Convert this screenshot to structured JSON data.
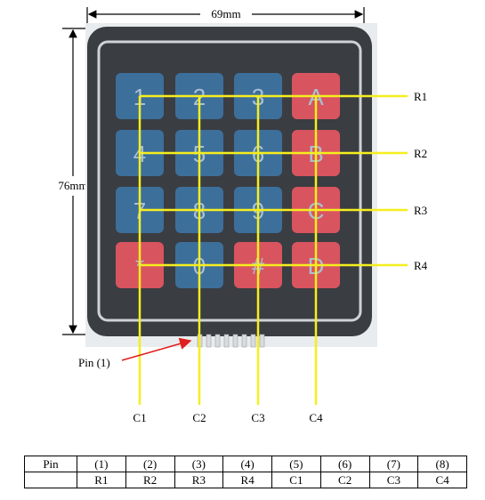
{
  "dimensions": {
    "width": "69mm",
    "height": "76mm"
  },
  "keys": [
    {
      "label": "1",
      "color": "#3d6f9b"
    },
    {
      "label": "2",
      "color": "#3d6f9b"
    },
    {
      "label": "3",
      "color": "#3d6f9b"
    },
    {
      "label": "A",
      "color": "#d8545f"
    },
    {
      "label": "4",
      "color": "#3d6f9b"
    },
    {
      "label": "5",
      "color": "#3d6f9b"
    },
    {
      "label": "6",
      "color": "#3d6f9b"
    },
    {
      "label": "B",
      "color": "#d8545f"
    },
    {
      "label": "7",
      "color": "#3d6f9b"
    },
    {
      "label": "8",
      "color": "#3d6f9b"
    },
    {
      "label": "9",
      "color": "#3d6f9b"
    },
    {
      "label": "C",
      "color": "#d8545f"
    },
    {
      "label": "*",
      "color": "#d8545f"
    },
    {
      "label": "0",
      "color": "#3d6f9b"
    },
    {
      "label": "#",
      "color": "#d8545f"
    },
    {
      "label": "D",
      "color": "#d8545f"
    }
  ],
  "rows": [
    "R1",
    "R2",
    "R3",
    "R4"
  ],
  "columns": [
    "C1",
    "C2",
    "C3",
    "C4"
  ],
  "pin_label": "Pin (1)",
  "colors": {
    "line": "#f5ee1f",
    "arrow": "#e02020",
    "panel": "#3a3d42",
    "border": "#cfd3d6"
  },
  "table": {
    "header": "Pin",
    "pins": [
      "(1)",
      "(2)",
      "(3)",
      "(4)",
      "(5)",
      "(6)",
      "(7)",
      "(8)"
    ],
    "assignments": [
      "R1",
      "R2",
      "R3",
      "R4",
      "C1",
      "C2",
      "C3",
      "C4"
    ]
  }
}
